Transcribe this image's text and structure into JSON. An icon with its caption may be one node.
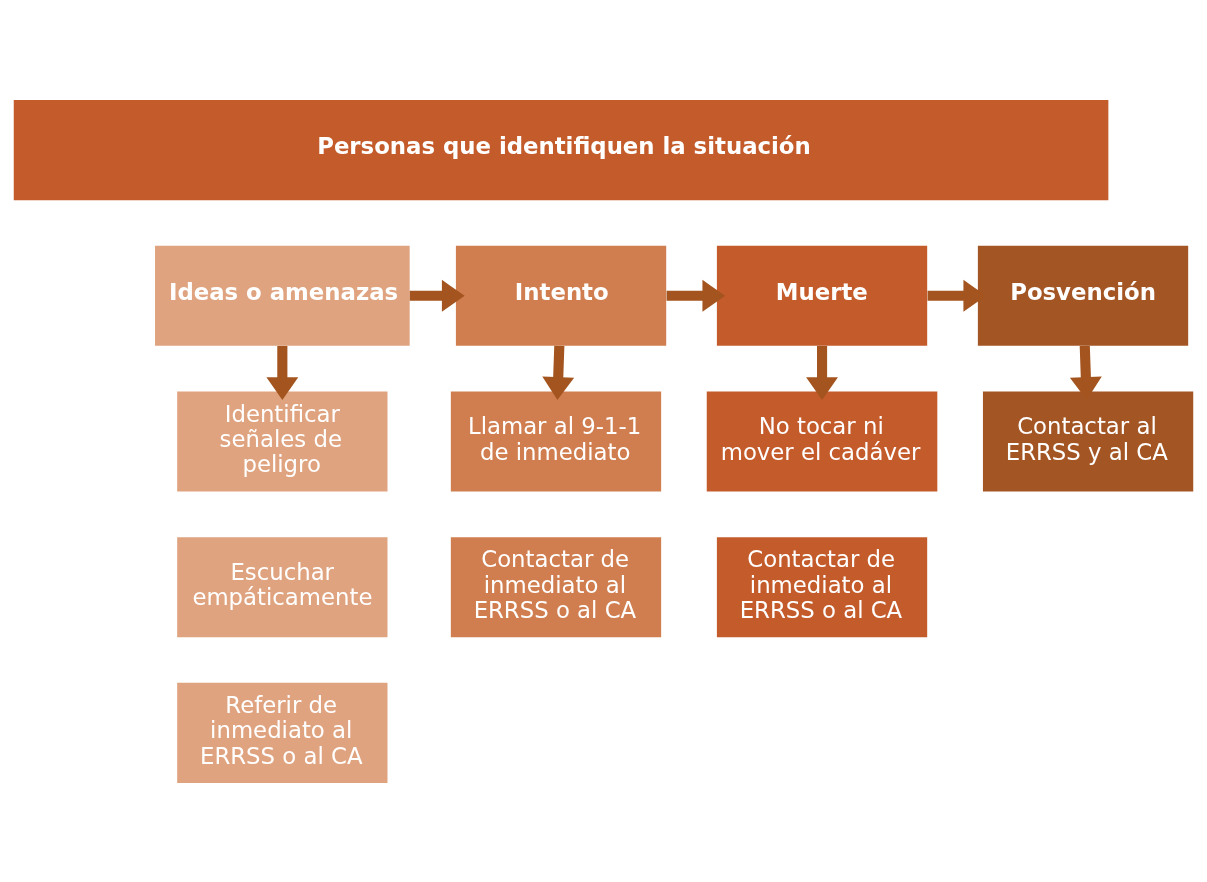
{
  "diagram": {
    "nodes": [
      {
        "text": [
          "Personas que identifiquen la situación"
        ]
      },
      {
        "text": [
          "Ideas o amenazas"
        ]
      },
      {
        "text": [
          "Intento"
        ]
      },
      {
        "text": [
          "Muerte"
        ]
      },
      {
        "text": [
          "Posvención"
        ]
      },
      {
        "text": [
          "Identificar señales de peligro"
        ]
      },
      {
        "text": [
          "Llamar al 9-1-1 de inmediato"
        ]
      },
      {
        "text": [
          "No tocar ni mover el cadáver"
        ]
      },
      {
        "text": [
          "Contactar al ERRSS y al CA"
        ]
      },
      {
        "text": [
          "Escuchar empáticamente"
        ]
      },
      {
        "text": [
          "Contactar de inmediato al ERRSS o al CA"
        ]
      },
      {
        "text": [
          "Contactar de inmediato al ERRSS o al CA"
        ]
      },
      {
        "text": [
          "Referir de inmediato al ERRSS o al CA"
        ]
      }
    ],
    "edges": [
      {
        "from": 1,
        "to": 2,
        "arrow": "to"
      },
      {
        "from": 2,
        "to": 3,
        "arrow": "to"
      },
      {
        "from": 3,
        "to": 4,
        "arrow": "to"
      },
      {
        "from": 1,
        "to": 5,
        "arrow": "to"
      },
      {
        "from": 2,
        "to": 6,
        "arrow": "to"
      },
      {
        "from": 3,
        "to": 7,
        "arrow": "to"
      },
      {
        "from": 4,
        "to": 8,
        "arrow": "to"
      }
    ]
  }
}
